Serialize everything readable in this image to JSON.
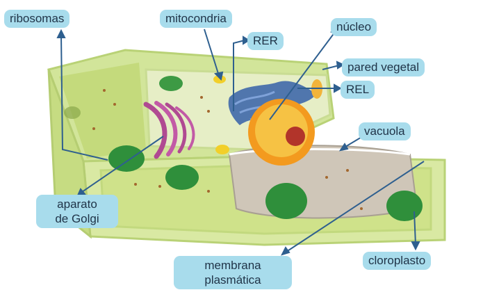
{
  "colors": {
    "label_background": "#a8dcec",
    "label_text": "#1f3347",
    "leader_line": "#2e5f8f",
    "cell_wall": "#c9df83",
    "cytoplasm": "#dcea9c",
    "chloroplast": "#2f8f3b",
    "nucleus": "#f39a1f",
    "nucleolus": "#b2342a",
    "golgi": "#b04a92",
    "rer": "#3560a8",
    "vacuole": "#cfc6b8"
  },
  "labels": {
    "ribosomas": "ribosomas",
    "mitocondria": "mitocondria",
    "rer": "RER",
    "nucleo": "núcleo",
    "pared_vegetal": "pared vegetal",
    "rel": "REL",
    "vacuola": "vacuola",
    "aparato_line1": "aparato",
    "aparato_line2": "de Golgi",
    "membrana_line1": "membrana",
    "membrana_line2": "plasmática",
    "cloroplasto": "cloroplasto"
  }
}
